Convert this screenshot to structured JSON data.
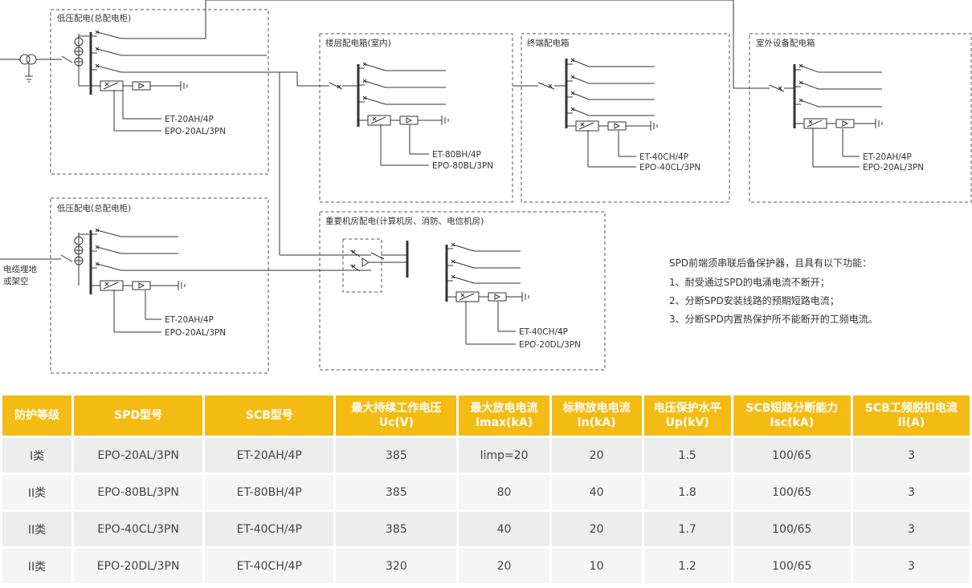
{
  "diagram": {
    "panels": {
      "main1": "低压配电(总配电柜)",
      "main2": "低压配电(总配电柜)",
      "floor": "楼层配电箱(室内)",
      "terminal": "终端配电箱",
      "outdoor": "室外设备配电箱",
      "machine": "重要机房配电(计算机房、消防、电信机房)"
    },
    "cable_label": [
      "电缆埋地",
      "或架空"
    ],
    "models": {
      "main1": [
        "EPO-20AL/3PN",
        "ET-20AH/4P"
      ],
      "main2": [
        "EPO-20AL/3PN",
        "ET-20AH/4P"
      ],
      "floor": [
        "EPO-80BL/3PN",
        "ET-80BH/4P"
      ],
      "terminal": [
        "EPO-40CL/3PN",
        "ET-40CH/4P"
      ],
      "outdoor": [
        "EPO-20AL/3PN",
        "ET-20AH/4P"
      ],
      "machine": [
        "EPO-20DL/3PN",
        "ET-40CH/4P"
      ]
    },
    "notes": [
      "SPD前端须串联后备保护器，且具有以下功能：",
      "1、耐受通过SPD的电涌电流不断开；",
      "2、分断SPD安装线路的预期短路电流；",
      "3、分断SPD内置热保护所不能断开的工频电流。"
    ]
  },
  "colors": {
    "header": "#f4bb12",
    "row": "#ededed",
    "line": "#333333"
  },
  "table": {
    "headers": [
      [
        "防护等级"
      ],
      [
        "SPD型号"
      ],
      [
        "SCB型号"
      ],
      [
        "最大持续工作电压",
        "Uc(V)"
      ],
      [
        "最大放电电流",
        "Imax(kA)"
      ],
      [
        "标称放电电流",
        "In(kA)"
      ],
      [
        "电压保护水平",
        "Up(kV)"
      ],
      [
        "SCB短路分断能力",
        "Isc(kA)"
      ],
      [
        "SCB工频脱扣电流",
        "Ii(A)"
      ]
    ],
    "rows": [
      [
        "I类",
        "EPO-20AL/3PN",
        "ET-20AH/4P",
        "385",
        "Iimp=20",
        "20",
        "1.5",
        "100/65",
        "3"
      ],
      [
        "II类",
        "EPO-80BL/3PN",
        "ET-80BH/4P",
        "385",
        "80",
        "40",
        "1.8",
        "100/65",
        "3"
      ],
      [
        "II类",
        "EPO-40CL/3PN",
        "ET-40CH/4P",
        "385",
        "40",
        "20",
        "1.7",
        "100/65",
        "3"
      ],
      [
        "II类",
        "EPO-20DL/3PN",
        "ET-40CH/4P",
        "320",
        "20",
        "10",
        "1.2",
        "100/65",
        "3"
      ]
    ]
  }
}
